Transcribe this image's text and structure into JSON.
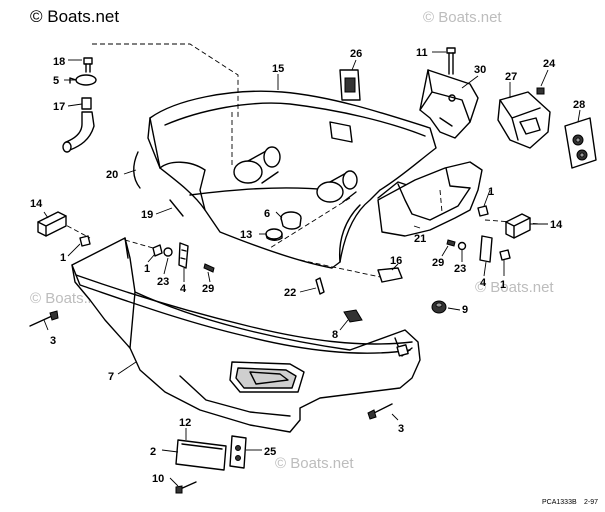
{
  "watermarks": {
    "top_left": "© Boats.net",
    "top_right": "© Boats.net",
    "mid_left": "© Boats.net",
    "mid_right": "© Boats.net",
    "bottom_mid": "© Boats.net"
  },
  "footer": {
    "drawing_code": "PCA1333B",
    "date": "2-97"
  },
  "callouts": {
    "c1a": "1",
    "c1b": "1",
    "c1c": "1",
    "c1d": "1",
    "c2": "2",
    "c3a": "3",
    "c3b": "3",
    "c4a": "4",
    "c4b": "4",
    "c5": "5",
    "c6": "6",
    "c7": "7",
    "c8": "8",
    "c9": "9",
    "c10": "10",
    "c11": "11",
    "c12": "12",
    "c13": "13",
    "c14a": "14",
    "c14b": "14",
    "c15": "15",
    "c16": "16",
    "c17": "17",
    "c18": "18",
    "c19": "19",
    "c20": "20",
    "c21": "21",
    "c22": "22",
    "c23a": "23",
    "c23b": "23",
    "c24": "24",
    "c25": "25",
    "c26": "26",
    "c27": "27",
    "c28": "28",
    "c29a": "29",
    "c29b": "29",
    "c30": "30"
  }
}
